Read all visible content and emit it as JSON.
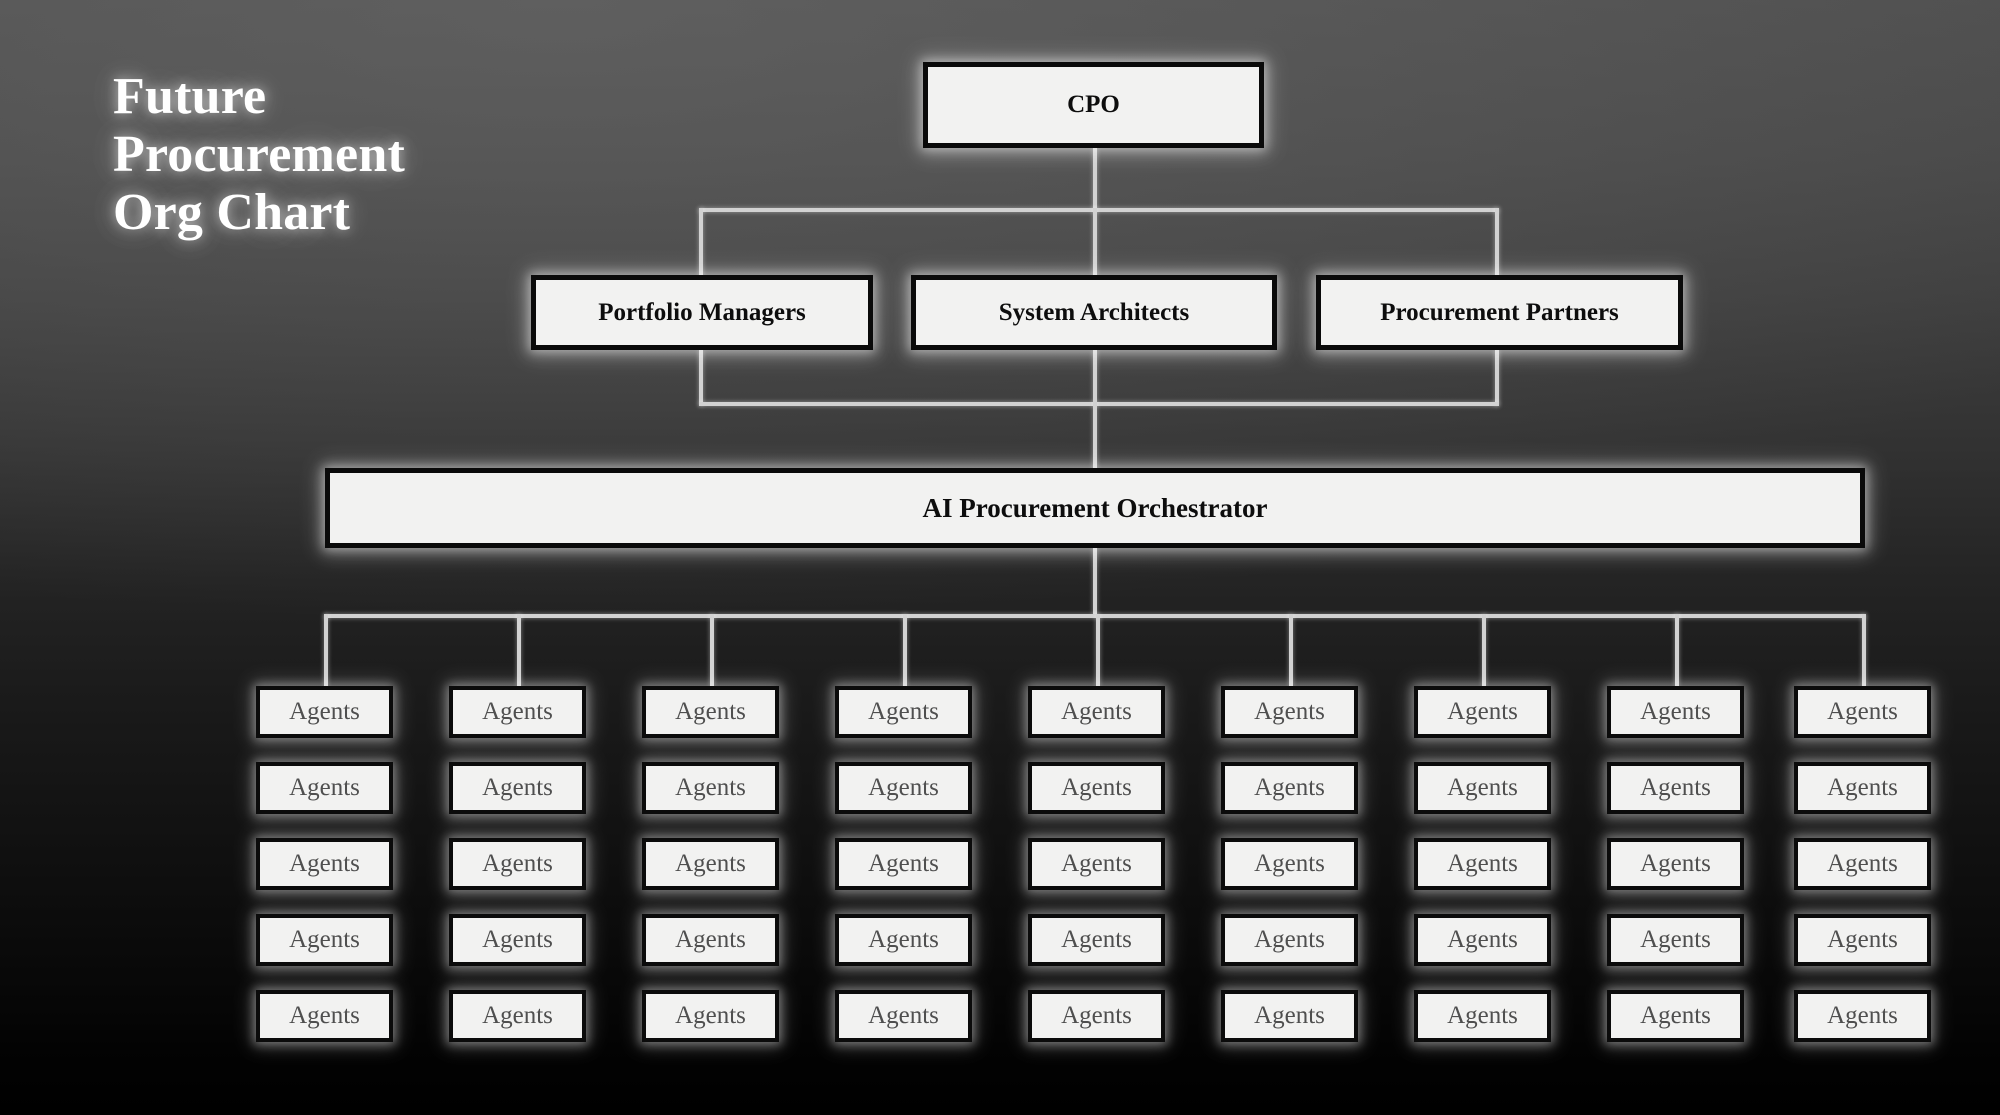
{
  "title": {
    "text": "Future\nProcurement\nOrg Chart"
  },
  "colors": {
    "node_fill": "#f2f2f1",
    "node_border": "#0a0a0a",
    "connector": "#d2d2d2",
    "title_text": "#ffffff",
    "exec_text": "#0d0d0d",
    "agent_text": "#4f4f4f",
    "background_top": "#4d4d4d",
    "background_bottom": "#000000"
  },
  "chart_data": {
    "type": "diagram",
    "diagram_kind": "org-chart",
    "title": "Future Procurement Org Chart",
    "levels": 4,
    "nodes": [
      {
        "id": "cpo",
        "label": "CPO",
        "level": 1
      },
      {
        "id": "pm",
        "label": "Portfolio Managers",
        "level": 2
      },
      {
        "id": "sa",
        "label": "System Architects",
        "level": 2
      },
      {
        "id": "pp",
        "label": "Procurement Partners",
        "level": 2
      },
      {
        "id": "orch",
        "label": "AI Procurement Orchestrator",
        "level": 3
      }
    ],
    "edges": [
      {
        "from": "cpo",
        "to": "pm"
      },
      {
        "from": "cpo",
        "to": "sa"
      },
      {
        "from": "cpo",
        "to": "pp"
      },
      {
        "from": "pm",
        "to": "orch"
      },
      {
        "from": "sa",
        "to": "orch"
      },
      {
        "from": "pp",
        "to": "orch"
      },
      {
        "from": "orch",
        "to": "agents"
      }
    ],
    "agent_grid": {
      "label": "Agents",
      "columns": 9,
      "rows": 5,
      "total": 45
    }
  },
  "nodes": {
    "cpo": "CPO",
    "portfolio_managers": "Portfolio Managers",
    "system_architects": "System Architects",
    "procurement_partners": "Procurement Partners",
    "orchestrator": "AI Procurement Orchestrator",
    "agent": "Agents"
  }
}
